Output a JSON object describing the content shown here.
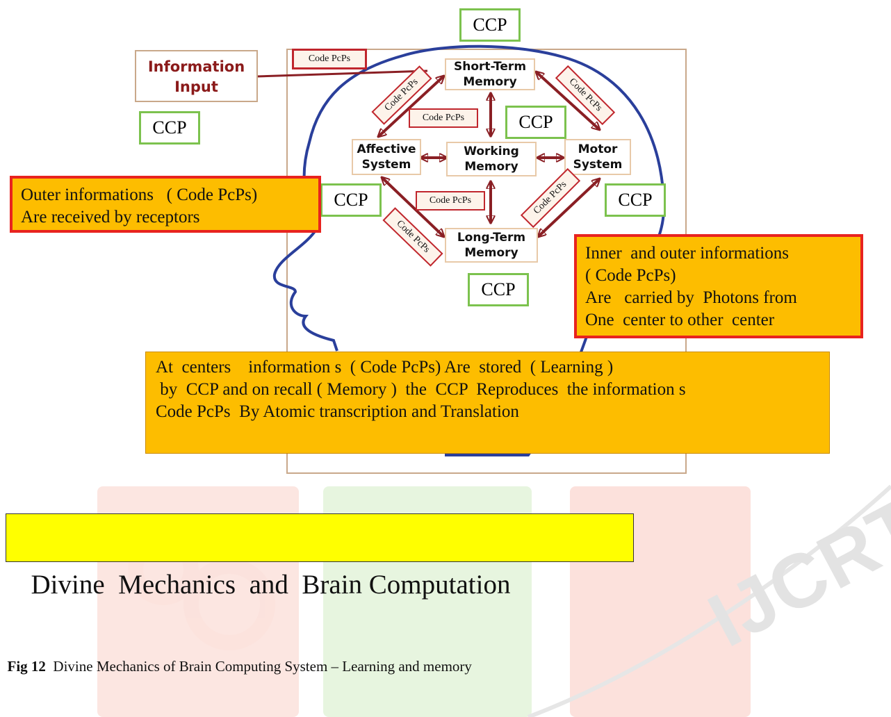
{
  "ccp_label": "CCP",
  "code_label": "Code PcPs",
  "information_input": {
    "line1": "Information",
    "line2": "Input"
  },
  "nodes": {
    "short_term": {
      "line1": "Short-Term",
      "line2": "Memory"
    },
    "working": {
      "line1": "Working",
      "line2": "Memory"
    },
    "affective": {
      "line1": "Affective",
      "line2": "System"
    },
    "motor": {
      "line1": "Motor",
      "line2": "System"
    },
    "long_term": {
      "line1": "Long-Term",
      "line2": "Memory"
    }
  },
  "outer_box": {
    "line1": "Outer informations   ( Code PcPs)",
    "line2": "Are received by receptors"
  },
  "inner_box": {
    "line1": "Inner  and outer informations",
    "line2": "( Code PcPs)",
    "line3": "Are   carried by  Photons from",
    "line4": "One  center to other  center"
  },
  "centers_box": {
    "line1": "At  centers    information s  ( Code PcPs) Are  stored  ( Learning )",
    "line2": " by  CCP and on recall ( Memory )  the  CCP  Reproduces  the information s",
    "line3": "Code PcPs  By Atomic transcription and Translation"
  },
  "banner_title": "Divine  Mechanics  and  Brain Computation",
  "caption": {
    "label": "Fig 12",
    "text": "  Divine Mechanics of Brain Computing System – Learning and memory"
  },
  "watermark": "IJCRT",
  "colors": {
    "ccp_border": "#7cc24e",
    "code_border": "#c0262d",
    "arrow": "#8a1f24",
    "head_outline": "#2a3f9b",
    "orange": "#fdbd00",
    "banner": "#ffff00"
  }
}
